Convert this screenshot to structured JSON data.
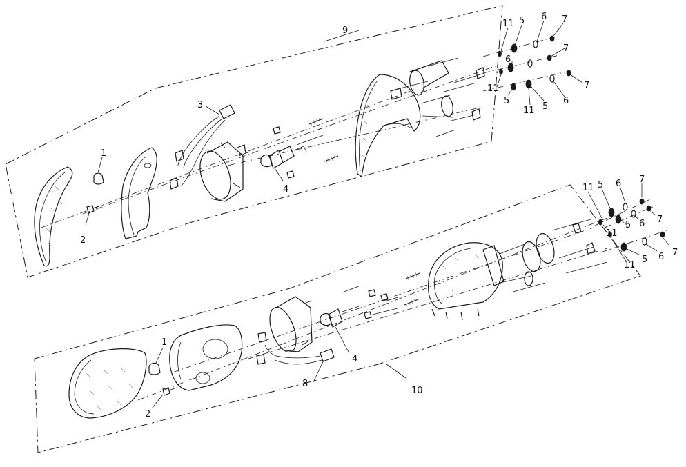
{
  "diagram": {
    "callouts": {
      "c1_top": "1",
      "c2_top": "2",
      "c3": "3",
      "c4_top": "4",
      "c9": "9",
      "c11_a": "11",
      "c5_a": "5",
      "c6_a": "6",
      "c7_a": "7",
      "c6_b": "6",
      "c7_b": "7",
      "c11_b": "11",
      "c11_c": "11",
      "c5_b": "5",
      "c5_c": "5",
      "c6_c": "6",
      "c7_c": "7",
      "c11_d": "11",
      "c5_d": "5",
      "c6_d": "6",
      "c7_d": "7",
      "c5_e": "5",
      "c11_e": "11",
      "c6_e": "6",
      "c7_e": "7",
      "c11_f": "11",
      "c5_f": "5",
      "c6_f": "6",
      "c7_f": "7",
      "c1_bottom": "1",
      "c2_bottom": "2",
      "c4_bottom": "4",
      "c8": "8",
      "c10": "10"
    },
    "colors": {
      "line": "#1a1a1a",
      "background": "#ffffff"
    }
  }
}
